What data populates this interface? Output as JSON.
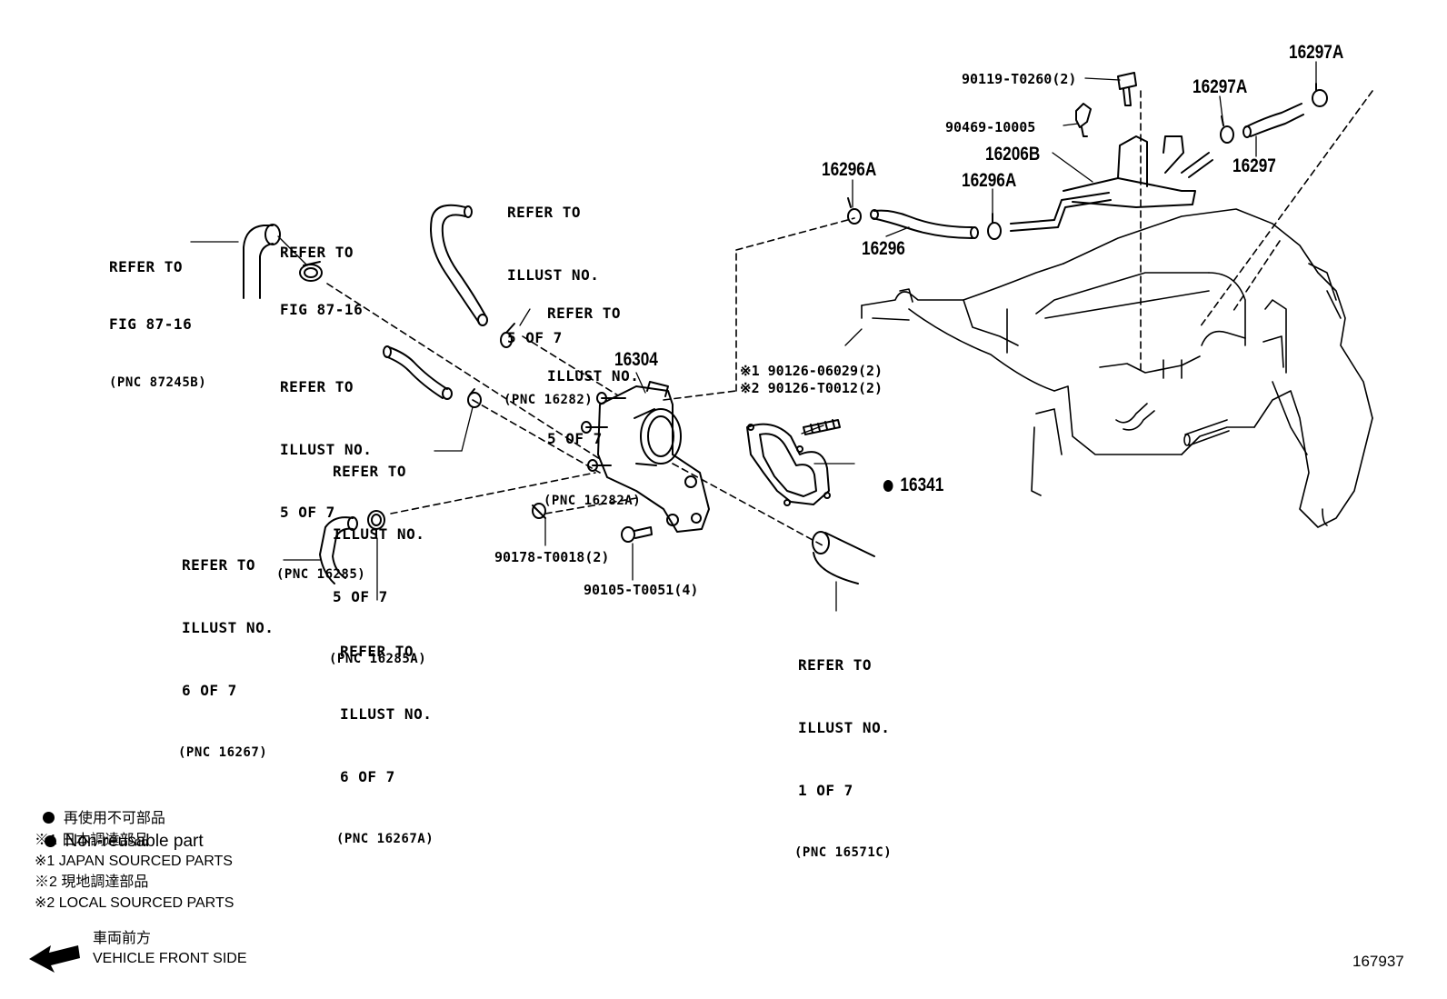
{
  "refs": {
    "fig_87245b": [
      "REFER TO",
      "FIG 87-16",
      "(PNC 87245B)"
    ],
    "fig_clamp": [
      "REFER TO",
      "FIG 87-16"
    ],
    "r16282": [
      "REFER TO",
      "ILLUST NO.",
      "5 OF 7",
      "(PNC 16282)"
    ],
    "r16282a": [
      "REFER TO",
      "ILLUST NO.",
      "5 OF 7",
      "(PNC 16282A)"
    ],
    "r16285": [
      "REFER TO",
      "ILLUST NO.",
      "5 OF 7",
      "(PNC 16285)"
    ],
    "r16285a": [
      "REFER TO",
      "ILLUST NO.",
      "5 OF 7",
      "(PNC 16285A)"
    ],
    "r16267": [
      "REFER TO",
      "ILLUST NO.",
      "6 OF 7",
      "(PNC 16267)"
    ],
    "r16267a": [
      "REFER TO",
      "ILLUST NO.",
      "6 OF 7",
      "(PNC 16267A)"
    ],
    "r16571c": [
      "REFER TO",
      "ILLUST NO.",
      "1 OF 7",
      "(PNC 16571C)"
    ]
  },
  "parts": {
    "p16304": "16304",
    "p16341": "16341",
    "p16296": "16296",
    "p16296a_1": "16296A",
    "p16296a_2": "16296A",
    "p16206b": "16206B",
    "p16297": "16297",
    "p16297a_1": "16297A",
    "p16297a_2": "16297A",
    "b90119": "90119-T0260(2)",
    "b90469": "90469-10005",
    "b90126_1": "※1 90126-06029(2)",
    "b90126_2": "※2 90126-T0012(2)",
    "b90178": "90178-T0018(2)",
    "b90105": "90105-T0051(4)"
  },
  "legend": {
    "non_reusable_jp": "再使用不可部品",
    "non_reusable_en": "Non-reusable part",
    "japan_jp": "※1 日本調達部品",
    "japan_en": "※1 JAPAN SOURCED PARTS",
    "local_jp": "※2 現地調達部品",
    "local_en": "※2 LOCAL SOURCED PARTS",
    "front_jp": "車両前方",
    "front_en": "VEHICLE FRONT SIDE"
  },
  "illustration_number": "167937"
}
